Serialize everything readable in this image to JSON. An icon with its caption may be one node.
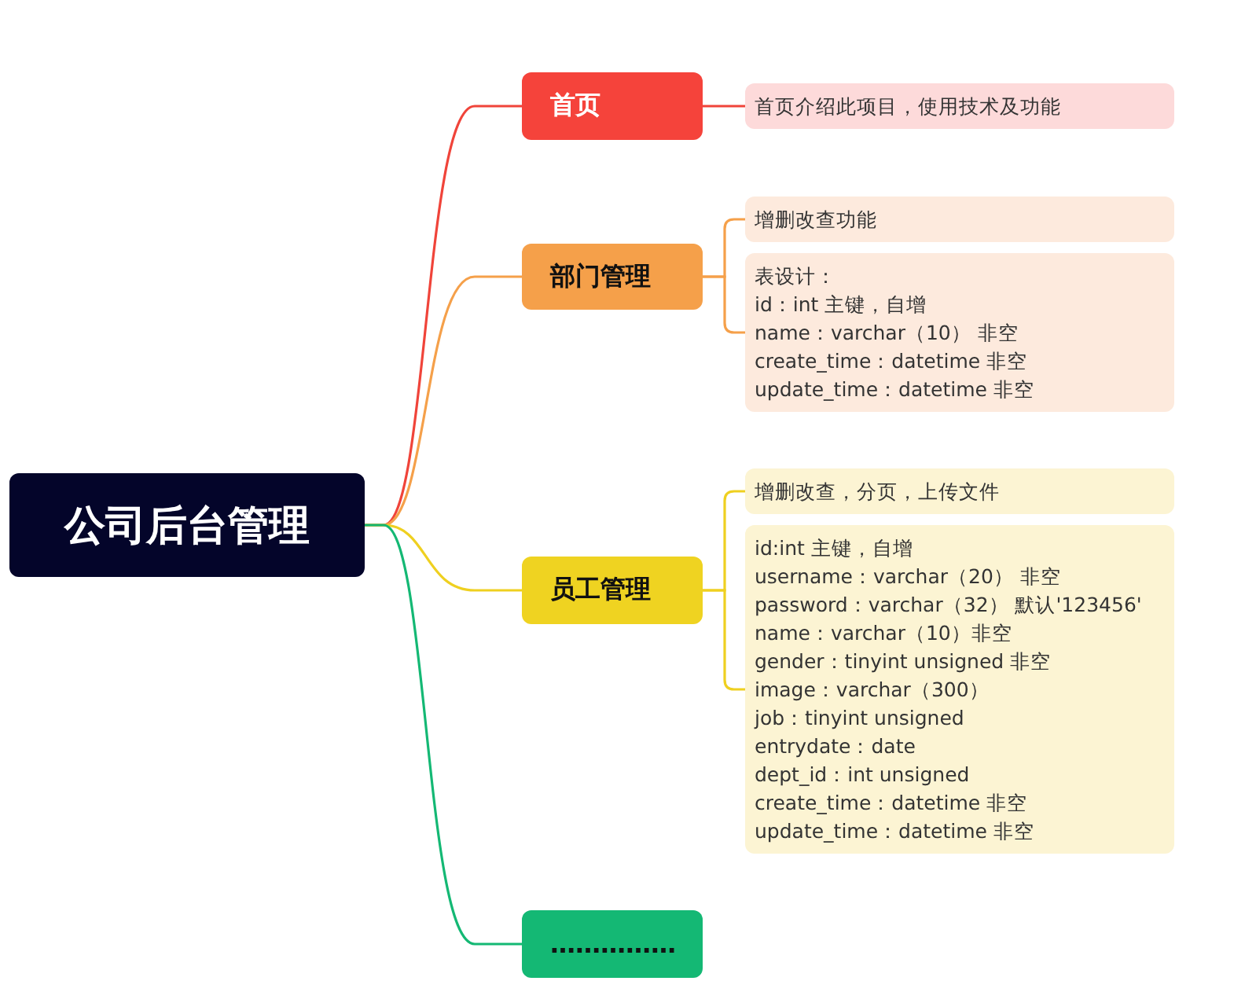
{
  "diagram": {
    "nodes": [
      {
        "text": [
          "公司后台管理"
        ]
      },
      {
        "text": [
          "首页"
        ]
      },
      {
        "text": [
          "首页介绍此项目，使用技术及功能"
        ]
      },
      {
        "text": [
          "部门管理"
        ]
      },
      {
        "text": [
          "增删改查功能"
        ]
      },
      {
        "text": [
          "表设计：",
          "id：int 主键，自增",
          "name：varchar（10）  非空",
          "create_time：datetime  非空",
          "update_time：datetime  非空"
        ]
      },
      {
        "text": [
          "员工管理"
        ]
      },
      {
        "text": [
          "增删改查，分页，上传文件"
        ]
      },
      {
        "text": [
          "id:int  主键，自增",
          "username：varchar（20） 非空",
          "password：varchar（32） 默认'123456'",
          "name：varchar（10）非空",
          "gender：tinyint unsigned 非空",
          "image：varchar（300）",
          "job：tinyint unsigned",
          "entrydate：date",
          "dept_id：int unsigned",
          "create_time：datetime 非空",
          "update_time：datetime 非空"
        ]
      },
      {
        "text": [
          "……………"
        ]
      }
    ],
    "edges": [
      {
        "from": 0,
        "to": 1,
        "arrow": "none",
        "color": "#f0443a"
      },
      {
        "from": 1,
        "to": 2,
        "arrow": "none",
        "color": "#f0443a"
      },
      {
        "from": 0,
        "to": 3,
        "arrow": "none",
        "color": "#f5a04a"
      },
      {
        "from": 3,
        "to": 4,
        "arrow": "none",
        "color": "#f5a04a"
      },
      {
        "from": 3,
        "to": 5,
        "arrow": "none",
        "color": "#f5a04a"
      },
      {
        "from": 0,
        "to": 6,
        "arrow": "none",
        "color": "#efd020"
      },
      {
        "from": 6,
        "to": 7,
        "arrow": "none",
        "color": "#efd020"
      },
      {
        "from": 6,
        "to": 8,
        "arrow": "none",
        "color": "#efd020"
      },
      {
        "from": 0,
        "to": 9,
        "arrow": "none",
        "color": "#14b874"
      }
    ]
  }
}
